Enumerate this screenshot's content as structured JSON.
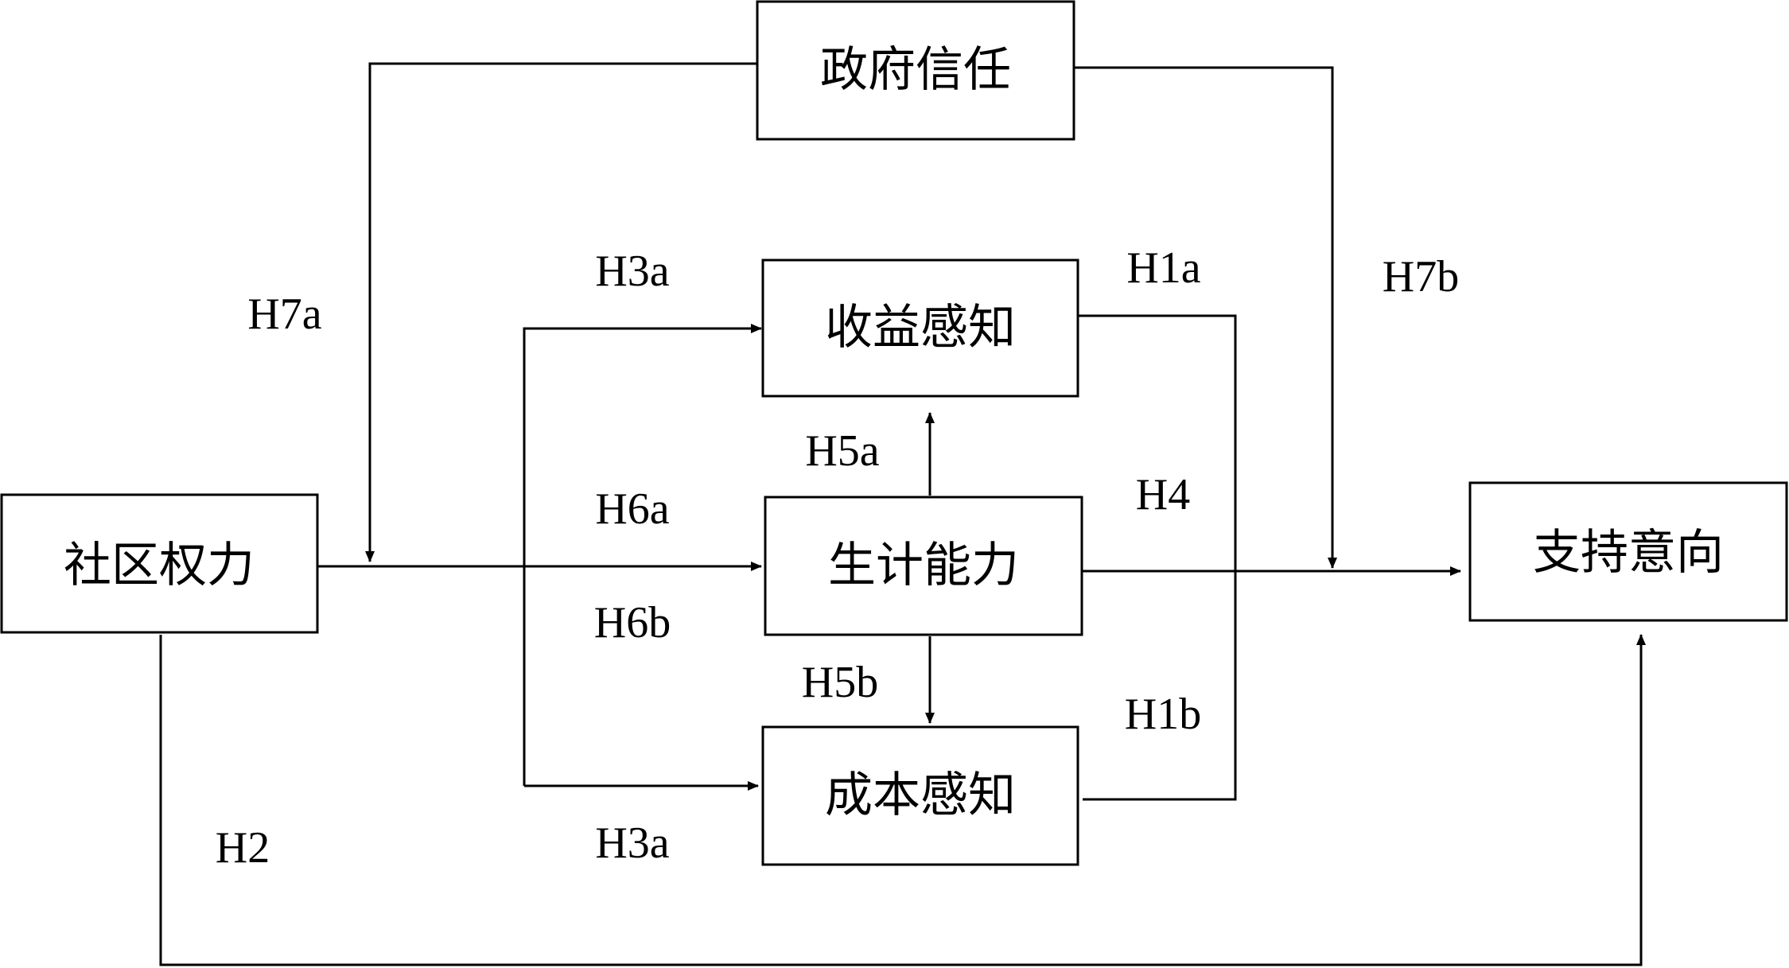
{
  "nodes": {
    "gov_trust": "政府信任",
    "benefit": "收益感知",
    "livelihood": "生计能力",
    "cost": "成本感知",
    "community_power": "社区权力",
    "support": "支持意向"
  },
  "paths": {
    "h1a": "H1a",
    "h1b": "H1b",
    "h2": "H2",
    "h3a_top": "H3a",
    "h3a_bottom": "H3a",
    "h4": "H4",
    "h5a": "H5a",
    "h5b": "H5b",
    "h6a": "H6a",
    "h6b": "H6b",
    "h7a": "H7a",
    "h7b": "H7b"
  }
}
